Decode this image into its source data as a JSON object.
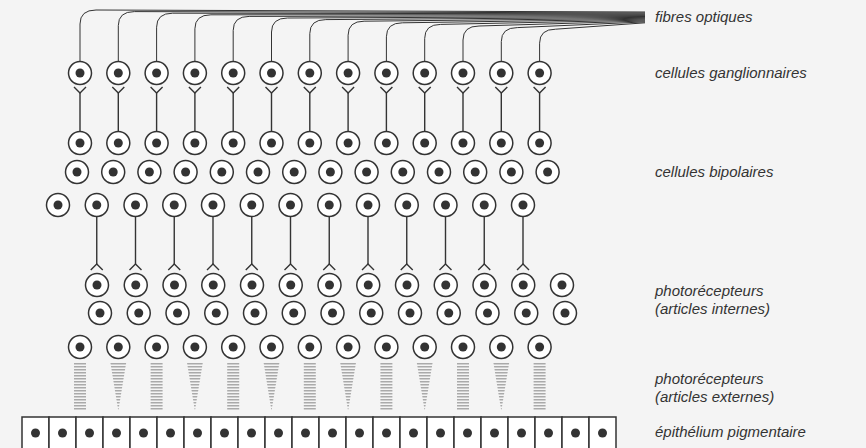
{
  "diagram": {
    "labels": [
      "fibres optiques",
      "cellules ganglionnaires",
      "cellules bipolaires",
      "photorécepteurs (articles internes)",
      "photorécepteurs (articles externes)",
      "épithélium pigmentaire"
    ]
  }
}
